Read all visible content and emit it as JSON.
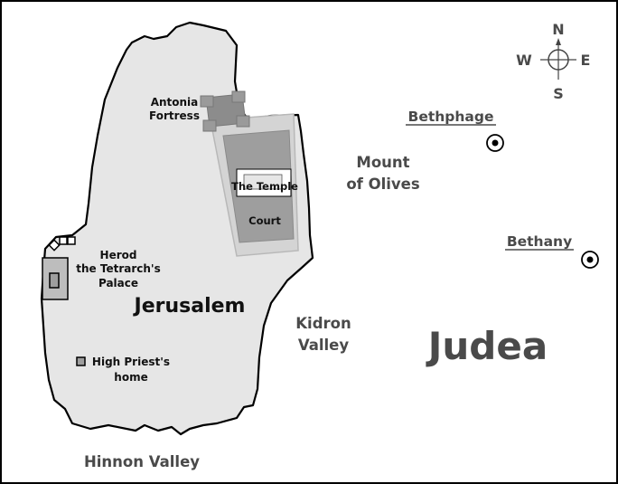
{
  "map": {
    "compass": {
      "north": "N",
      "south": "S",
      "east": "E",
      "west": "W"
    },
    "labels": {
      "antonia": [
        "Antonia",
        "Fortress"
      ],
      "temple": "The Temple",
      "court": "Court",
      "herod": [
        "Herod",
        "the Tetrarch's",
        "Palace"
      ],
      "jerusalem": "Jerusalem",
      "high_priest": [
        "High Priest's",
        "home"
      ],
      "kidron": [
        "Kidron",
        "Valley"
      ],
      "mount_olives": [
        "Mount",
        "of Olives"
      ],
      "bethphage": "Bethphage",
      "bethany": "Bethany",
      "judea": "Judea",
      "hinnon": "Hinnon Valley"
    },
    "colors": {
      "city_fill": "#e6e6e6",
      "temple_outer": "#d4d4d4",
      "temple_inner": "#9e9e9e",
      "fortress": "#8c8c8c",
      "text": "#4a4a4a",
      "border": "#000000"
    }
  }
}
